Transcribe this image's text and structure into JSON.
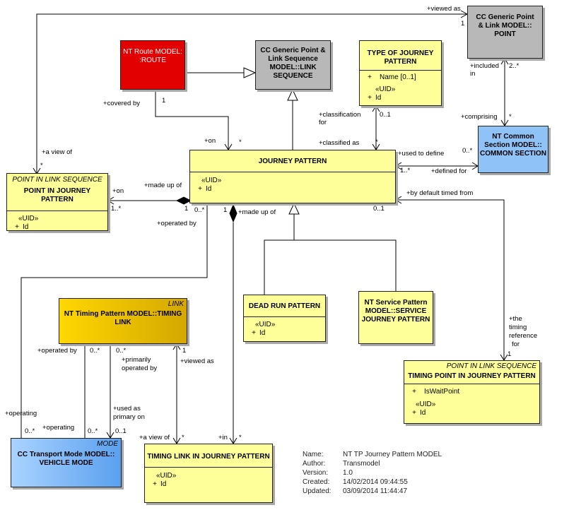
{
  "classes": {
    "route": {
      "title": "NT Route MODEL: :ROUTE",
      "title_lines": [
        "NT Route MODEL:",
        ":ROUTE"
      ]
    },
    "link_sequence": {
      "title_lines": [
        "CC Generic Point &",
        "Link Sequence",
        "MODEL::LINK",
        "SEQUENCE"
      ]
    },
    "type_of_jp": {
      "title_lines": [
        "TYPE OF JOURNEY",
        "PATTERN"
      ],
      "attr1_marker": "+",
      "attr1": "Name [0..1]",
      "stereotype": "«UID»",
      "attr2_marker": "+",
      "attr2": "Id"
    },
    "point": {
      "title_lines": [
        "CC Generic Point",
        "& Link MODEL::",
        "POINT"
      ]
    },
    "common_section": {
      "title_lines": [
        "NT Common",
        "Section MODEL::",
        "COMMON SECTION"
      ]
    },
    "journey_pattern": {
      "title": "JOURNEY PATTERN",
      "stereotype": "«UID»",
      "attr_marker": "+",
      "attr": "Id"
    },
    "point_in_lseq": {
      "stereotype_name": "POINT IN LINK SEQUENCE",
      "title_lines": [
        "POINT IN JOURNEY",
        "PATTERN"
      ],
      "stereotype": "«UID»",
      "attr_marker": "+",
      "attr": "Id"
    },
    "dead_run": {
      "title": "DEAD RUN PATTERN",
      "stereotype": "«UID»",
      "attr_marker": "+",
      "attr": "Id"
    },
    "service_pattern": {
      "title_lines": [
        "NT Service Pattern",
        "MODEL::SERVICE",
        "JOURNEY PATTERN"
      ]
    },
    "timing_link": {
      "stereotype_name": "LINK",
      "title_lines": [
        "NT Timing Pattern MODEL::TIMING",
        "LINK"
      ]
    },
    "timing_point_in_jp": {
      "stereotype_name": "POINT IN LINK SEQUENCE",
      "title": "TIMING POINT IN JOURNEY PATTERN",
      "attr1_marker": "+",
      "attr1": "IsWaitPoint",
      "stereotype": "«UID»",
      "attr2_marker": "+",
      "attr2": "Id"
    },
    "vehicle_mode": {
      "stereotype_name": "MODE",
      "title_lines": [
        "CC Transport Mode MODEL::",
        "VEHICLE MODE"
      ]
    },
    "timing_link_in_jp": {
      "title": "TIMING LINK IN JOURNEY PATTERN",
      "stereotype": "«UID»",
      "attr_marker": "+",
      "attr": "Id"
    }
  },
  "labels": {
    "viewed_as_top": "+viewed as",
    "m_1_point": "1",
    "included_in_1": "+included",
    "included_in_2": "in",
    "m_2star": "2..*",
    "covered_by": "+covered by",
    "m_1_route": "1",
    "on_top": "+on",
    "m_star_on": "*",
    "classification_for_1": "+classification",
    "classification_for_2": "for",
    "m_01_class": "0..1",
    "classified_as": "+classified as",
    "m_star_class": "*",
    "comprising": "+comprising",
    "m_star_comp": "*",
    "a_view_of_left": "+a view of",
    "m_star_view": "*",
    "used_to_define": "+used to define",
    "m_0star_cs": "0..*",
    "m_1star_jp": "1..*",
    "defined_for": "+defined for",
    "made_up_of_left": "+made up of",
    "on_left": "+on",
    "m_1star_pijp": "1..*",
    "m_1_jp_left": "1",
    "m_0star_opby": "0..*",
    "operated_by_jp": "+operated by",
    "m_1_madeup": "1",
    "made_up_of_bottom": "+made up of",
    "m_01_default": "0..1",
    "by_default_timed_from": "+by default timed from",
    "the_timing_ref_1": "+the",
    "the_timing_ref_2": "timing",
    "the_timing_ref_3": "reference",
    "the_timing_ref_4": "for",
    "m_1_tp": "1",
    "operated_by_tl": "+operated by",
    "m_0star_tl1": "0..*",
    "m_0star_tl2": "0..*",
    "primarily_operated_by_1": "+primarily",
    "primarily_operated_by_2": "operated by",
    "m_1_tl": "1",
    "viewed_as_tl": "+viewed as",
    "used_as_primary_on_1": "+used as",
    "used_as_primary_on_2": "primary on",
    "m_01_vm": "0..1",
    "operating_1": "+operating",
    "m_0star_vm": "0..*",
    "operating_2": "+operating",
    "m_0star_vm2": "0..*",
    "a_view_of_bottom": "+a view of",
    "m_star_tljp": "*",
    "in_bottom": "+in",
    "m_star_in": "*"
  },
  "metadata": {
    "name_key": "Name:",
    "name": "NT TP Journey Pattern MODEL",
    "author_key": "Author:",
    "author": "Transmodel",
    "version_key": "Version:",
    "version": "1.0",
    "created_key": "Created:",
    "created": "14/02/2014 09:44:55",
    "updated_key": "Updated:",
    "updated": "03/09/2014 11:44:47"
  },
  "colors": {
    "class_yellow": "#ffff99",
    "route_red": "#e30000",
    "generic_gray": "#b8b8b8",
    "common_blue": "#8fc3f7",
    "timing_link_gold": "#e8c200"
  }
}
